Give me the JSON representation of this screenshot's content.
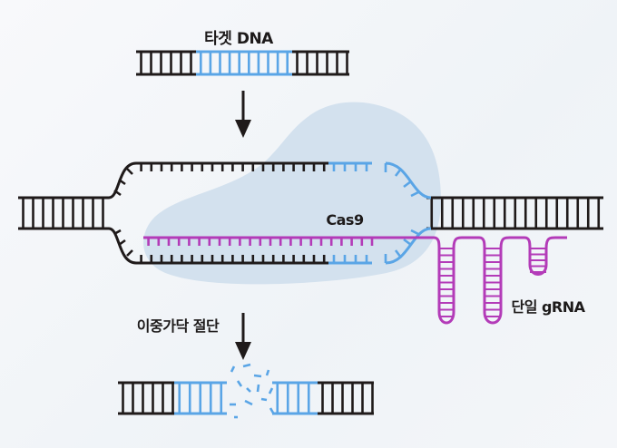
{
  "diagram": {
    "title": "CRISPR-Cas9 mechanism",
    "labels": {
      "target_dna": "타겟 DNA",
      "cas9": "Cas9",
      "sgrna": "단일 gRNA",
      "dsb": "이중가닥 절단"
    },
    "colors": {
      "dna": "#1f1a1a",
      "target": "#5aa5e6",
      "grna": "#b33bb8",
      "cas9": "#d3e1ee",
      "background": "#f3f6f9"
    },
    "stages": [
      {
        "name": "target-dna",
        "description": "double-stranded DNA with target region highlighted"
      },
      {
        "name": "cas9-binding",
        "description": "Cas9 with single gRNA unwinds DNA and pairs with target strand"
      },
      {
        "name": "double-strand-break",
        "description": "DNA cut within target region"
      }
    ],
    "hairpins": 3
  }
}
